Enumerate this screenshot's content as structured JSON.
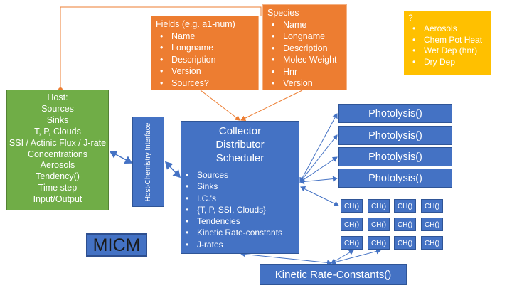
{
  "colors": {
    "orange": "#ed7d31",
    "green": "#70ad47",
    "blue": "#4472c4",
    "yellow": "#ffc000"
  },
  "fields": {
    "title": "Fields (e.g. a1-num)",
    "items": [
      "Name",
      "Longname",
      "Description",
      "Version",
      "Sources?"
    ]
  },
  "species": {
    "title": "Species",
    "items": [
      "Name",
      "Longname",
      "Description",
      "Molec Weight",
      "Hnr",
      "Version"
    ]
  },
  "note": {
    "title": "?",
    "items": [
      "Aerosols",
      "Chem Pot Heat",
      "Wet Dep (hnr)",
      "Dry Dep"
    ]
  },
  "host": {
    "lines": [
      "Host:",
      "Sources",
      "Sinks",
      "T, P, Clouds",
      "SSI / Actinic Flux / J-rate",
      "Concentrations",
      "Aerosols",
      "Tendency()",
      "Time step",
      "Input/Output"
    ]
  },
  "interface": {
    "label": "Host-Chemistry Interface"
  },
  "collector": {
    "heading": [
      "Collector",
      "Distributor",
      "Scheduler"
    ],
    "items": [
      "Sources",
      "Sinks",
      "I.C.'s",
      "{T, P, SSI, Clouds}",
      "Tendencies",
      "Kinetic Rate-constants",
      "J-rates"
    ]
  },
  "photolysis": [
    "Photolysis()",
    "Photolysis()",
    "Photolysis()",
    "Photolysis()"
  ],
  "ch_label": "CH()",
  "kinetic": "Kinetic Rate-Constants()",
  "micm": "MICM"
}
